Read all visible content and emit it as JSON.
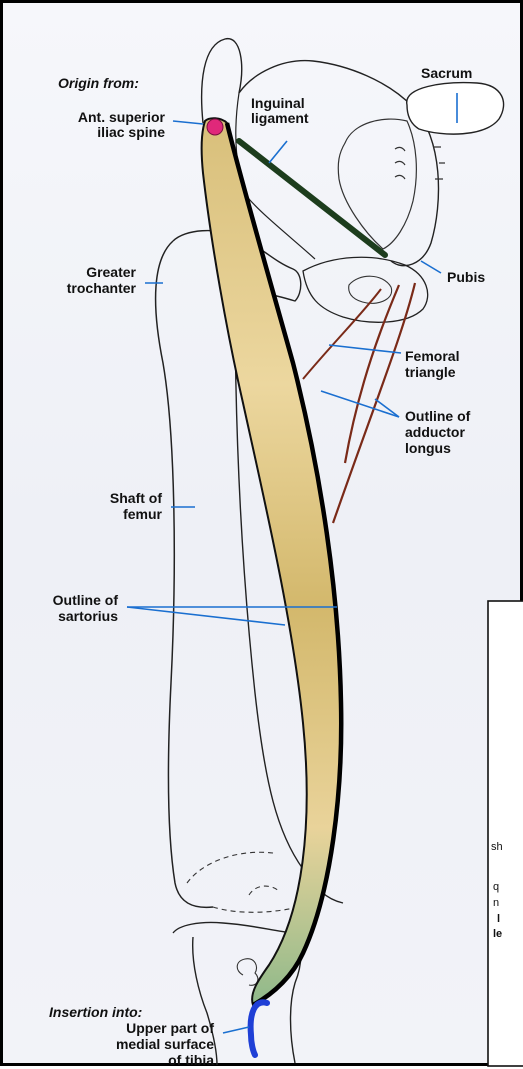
{
  "labels": {
    "origin_heading": "Origin from:",
    "ant_superior_1": "Ant. superior",
    "ant_superior_2": "iliac spine",
    "inguinal_1": "Inguinal",
    "inguinal_2": "ligament",
    "sacrum": "Sacrum",
    "greater_troch_1": "Greater",
    "greater_troch_2": "trochanter",
    "pubis": "Pubis",
    "femoral_1": "Femoral",
    "femoral_2": "triangle",
    "outline_add_1": "Outline of",
    "outline_add_2": "adductor",
    "outline_add_3": "longus",
    "shaft_1": "Shaft of",
    "shaft_2": "femur",
    "sartorius_1": "Outline of",
    "sartorius_2": "sartorius",
    "insertion_heading": "Insertion into:",
    "insertion_1": "Upper part of",
    "insertion_2": "medial surface",
    "insertion_3": "of tibia"
  },
  "overlapped_box_fragments": [
    "sh",
    "q",
    "n",
    "l",
    "le"
  ],
  "colors": {
    "muscle": "#d9bf72",
    "leader_line": "#1a6fd0",
    "origin_dot": "#e0287a",
    "insertion_mark": "#1f3fd6",
    "ligament": "#1d3d1d",
    "adductor_outline": "#7a2a18"
  }
}
